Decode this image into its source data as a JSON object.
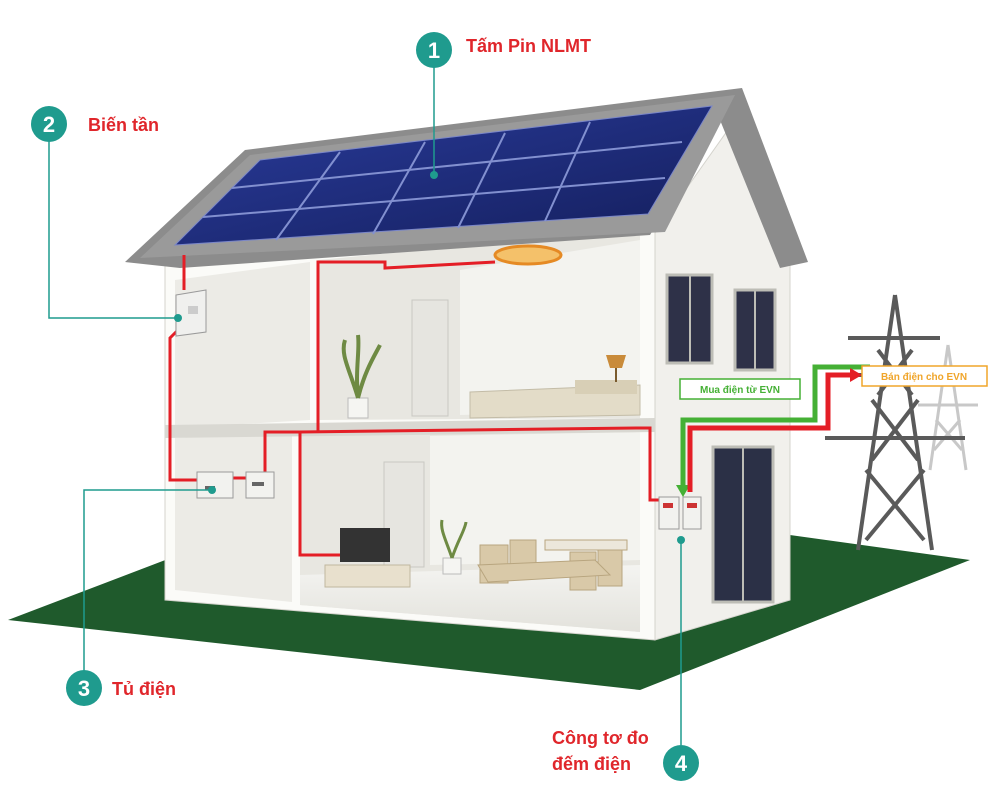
{
  "callouts": [
    {
      "number": "1",
      "label": "Tấm Pin NLMT"
    },
    {
      "number": "2",
      "label": "Biến tần"
    },
    {
      "number": "3",
      "label": "Tủ điện"
    },
    {
      "number": "4",
      "label_line1": "Công tơ đo",
      "label_line2": "đếm điện"
    }
  ],
  "grid_labels": {
    "buy": "Mua điện từ EVN",
    "sell": "Bán điện cho EVN"
  },
  "colors": {
    "callout_circle": "#1f9b8e",
    "callout_text": "#e0262b",
    "wire": "#e41e26",
    "buy_arrow": "#45b035",
    "sell_label": "#f0a52a",
    "lawn": "#1f5a2c",
    "panel": "#1d2a7a",
    "roof": "#8c8c8c"
  }
}
